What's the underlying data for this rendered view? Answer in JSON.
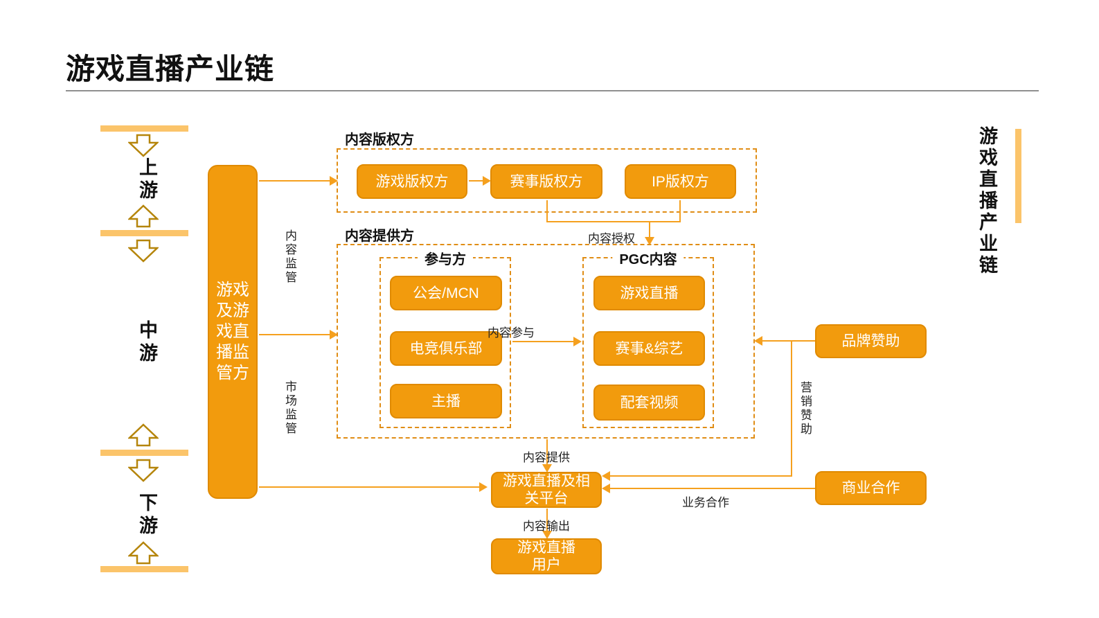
{
  "page": {
    "title": "游戏直播产业链"
  },
  "side_rail": {
    "title": "游戏直播产业链"
  },
  "left_rail": {
    "upstream": "上游",
    "midstream": "中游",
    "downstream": "下游"
  },
  "regulator": {
    "label": "游戏及游戏直播监管方"
  },
  "copyright_section": {
    "title": "内容版权方",
    "boxes": [
      "游戏版权方",
      "赛事版权方",
      "IP版权方"
    ]
  },
  "provider_section": {
    "title": "内容提供方",
    "participants": {
      "title": "参与方",
      "items": [
        "公会/MCN",
        "电竞俱乐部",
        "主播"
      ]
    },
    "pgc": {
      "title": "PGC内容",
      "items": [
        "游戏直播",
        "赛事&综艺",
        "配套视频"
      ]
    }
  },
  "platform": {
    "label": "游戏直播及相\n关平台"
  },
  "users": {
    "label": "游戏直播\n用户"
  },
  "right_boxes": {
    "brand_sponsorship": "品牌赞助",
    "business_partnership": "商业合作"
  },
  "edge_labels": {
    "content_supervision": "内容监管",
    "market_supervision": "市场监管",
    "content_license": "内容授权",
    "content_participation": "内容参与",
    "content_provision": "内容提供",
    "content_output": "内容输出",
    "marketing_sponsorship": "营销赞助",
    "business_cooperation": "业务合作"
  },
  "colors": {
    "box_fill": "#F29B0D",
    "box_border": "#E08A00",
    "line": "#F5A01E",
    "light_bar": "#FBC46A",
    "dashed_border": "#E08D15",
    "hollow_arrow_stroke": "#B5850B"
  }
}
